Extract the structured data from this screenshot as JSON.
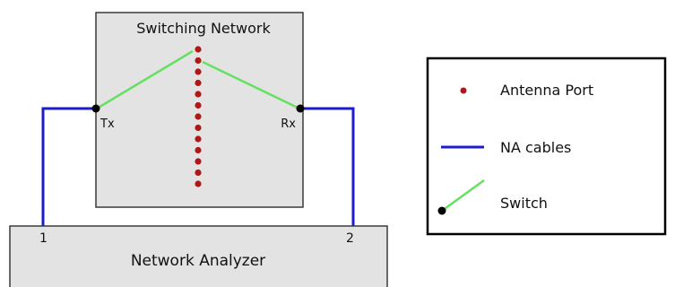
{
  "switching_network": {
    "title": "Switching Network",
    "tx_label": "Tx",
    "rx_label": "Rx"
  },
  "network_analyzer": {
    "title": "Network Analyzer",
    "port_1_label": "1",
    "port_2_label": "2"
  },
  "legend": {
    "antenna_port_label": "Antenna Port",
    "na_cables_label": "NA cables",
    "switch_label": "Switch"
  },
  "colors": {
    "box_fill": "#e3e3e3",
    "box_stroke": "#3a3a3a",
    "antenna_port": "#b01818",
    "na_cable": "#1c1ccc",
    "switch_line": "#66e060",
    "node": "#000000"
  }
}
